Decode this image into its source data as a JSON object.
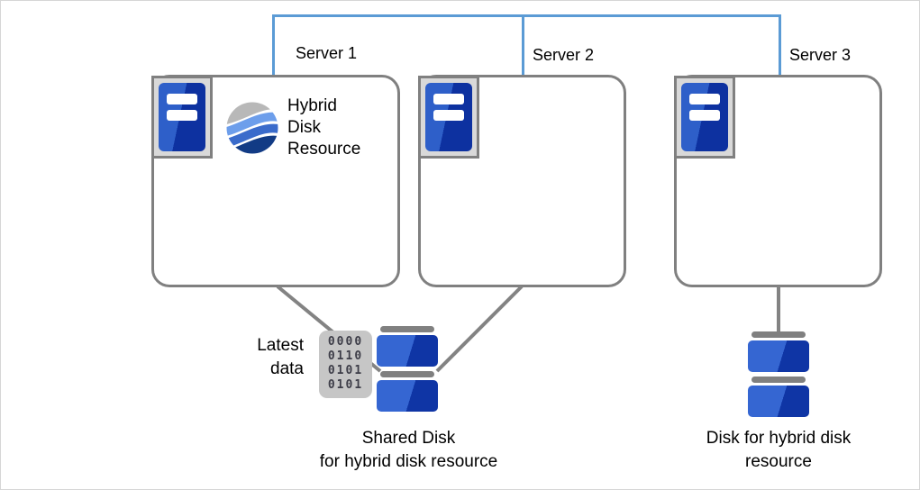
{
  "diagram": {
    "title_hint": "Hybrid disk resource cluster configuration",
    "servers": [
      {
        "label": "Server 1"
      },
      {
        "label": "Server 2"
      },
      {
        "label": "Server 3"
      }
    ],
    "hybrid_disk_resource_label": "Hybrid\nDisk\nResource",
    "latest_data_label": "Latest\ndata",
    "binary_rows": [
      "0000",
      "0110",
      "0101",
      "0101"
    ],
    "shared_disk_label": "Shared Disk\nfor hybrid disk resource",
    "disk3_label": "Disk for hybrid disk\nresource",
    "colors": {
      "interconnect_blue": "#5b9bd5",
      "connector_gray": "#838383",
      "box_border_gray": "#808080",
      "icon_frame_gray": "#d9d9d9",
      "device_blue_light": "#3566d2",
      "device_blue_dark": "#0f35a5",
      "logo_gray": "#b8b8b8",
      "logo_blue_light": "#6d9eeb",
      "logo_blue_mid": "#3a6bcb",
      "logo_blue_dark": "#123b85"
    }
  }
}
